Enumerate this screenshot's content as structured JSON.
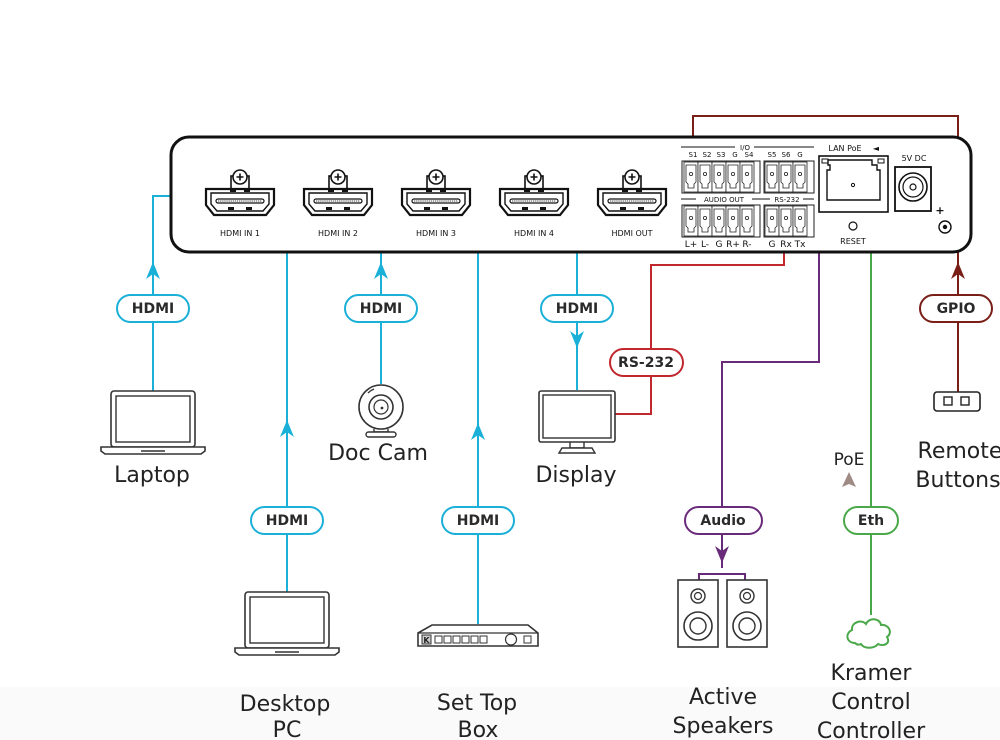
{
  "colors": {
    "hdmi": "#1ab0d8",
    "rs232": "#c0282e",
    "gpio": "#7a1e18",
    "audio": "#6a2a7a",
    "ethernet": "#4aa84a",
    "poe_arrow": "#a08a84",
    "outline": "#111111"
  },
  "device": {
    "ports": [
      {
        "id": "hdmi-in-1",
        "label": "HDMI  IN 1"
      },
      {
        "id": "hdmi-in-2",
        "label": "HDMI  IN 2"
      },
      {
        "id": "hdmi-in-3",
        "label": "HDMI  IN 3"
      },
      {
        "id": "hdmi-in-4",
        "label": "HDMI  IN 4"
      },
      {
        "id": "hdmi-out",
        "label": "HDMI  OUT"
      }
    ],
    "io_header": "I/O",
    "io_pins": [
      "S1",
      "S2",
      "S3",
      "G",
      "S4",
      "S5",
      "S6",
      "G"
    ],
    "audio_out_header": "AUDIO OUT",
    "rs232_header": "RS-232",
    "audio_pins": [
      "L+",
      "L-",
      "G",
      "R+",
      "R-"
    ],
    "rs232_pins": [
      "G",
      "Rx",
      "Tx"
    ],
    "lan_label": "LAN PoE",
    "lan_indicator": "◄",
    "reset_label": "RESET",
    "power_label": "5V DC",
    "power_polarity": "+"
  },
  "connections": {
    "hdmi_in_1": "HDMI",
    "hdmi_in_2": "HDMI",
    "hdmi_in_3": "HDMI",
    "hdmi_in_4": "HDMI",
    "hdmi_out": "HDMI",
    "rs232": "RS-232",
    "audio": "Audio",
    "ethernet": "Eth",
    "gpio": "GPIO",
    "poe": "PoE"
  },
  "devices": {
    "laptop": "Laptop",
    "desktop_pc": [
      "Desktop",
      "PC"
    ],
    "doc_cam": "Doc Cam",
    "set_top_box": [
      "Set Top",
      "Box"
    ],
    "display": "Display",
    "active_speakers": [
      "Active",
      "Speakers"
    ],
    "kramer_control": [
      "Kramer",
      "Control",
      "Controller"
    ],
    "remote_buttons": [
      "Remote",
      "Buttons"
    ]
  }
}
